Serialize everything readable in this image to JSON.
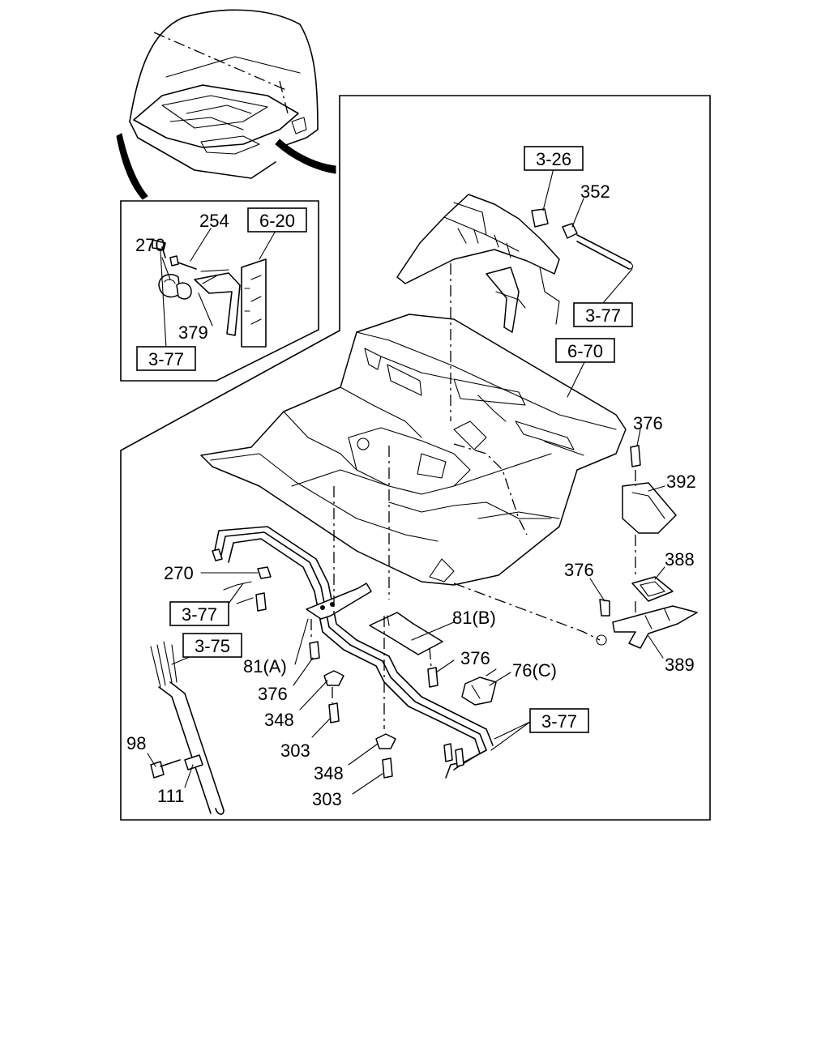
{
  "refs": {
    "r1": "3-26",
    "r2": "3-77",
    "r3": "6-70",
    "r4": "6-20",
    "r5": "3-77",
    "r6": "3-77",
    "r7": "3-75",
    "r8": "3-77"
  },
  "parts": {
    "p352": "352",
    "p254": "254",
    "p270a": "270",
    "p379": "379",
    "p376a": "376",
    "p392": "392",
    "p388": "388",
    "p376b": "376",
    "p389": "389",
    "p270b": "270",
    "p81a": "81(A)",
    "p81b": "81(B)",
    "p376c": "376",
    "p376d": "376",
    "p76c": "76(C)",
    "p348a": "348",
    "p303a": "303",
    "p348b": "348",
    "p303b": "303",
    "p98": "98",
    "p111": "111"
  }
}
